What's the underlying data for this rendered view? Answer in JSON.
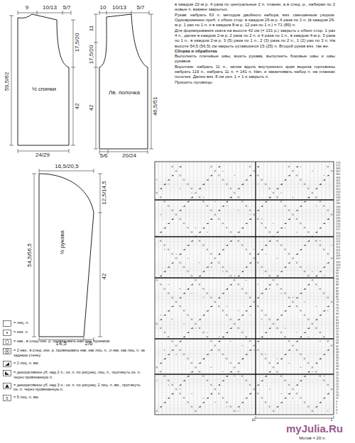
{
  "diagram": {
    "nodes": [
      {
        "text": [
          "½ спинки"
        ]
      },
      {
        "text": [
          "Лв. полочка"
        ]
      },
      {
        "text": [
          "½ рукава"
        ]
      }
    ],
    "labels": [
      "9",
      "10/13",
      "5/7",
      "17,5/20",
      "59,5/62",
      "42",
      "24/29",
      "10",
      "10/13",
      "5/7",
      "11",
      "17,5/20",
      "46,5/51",
      "42",
      "5/6",
      "20/24",
      "16,5/20,5",
      "12,5/14,5",
      "54,5/56,5",
      "42",
      "14,5",
      "2/6",
      "в каждом 22-м р. 4 раза по центральные 2 п. планки, а в след. р., набирая по 2 новые п. взамен закрытых.",
      "Рукав: набрать 63 п. методом двойного набора, вяз. смешанным узором. Одновременно приб. с обеих стор. в каждом 26-м р. 4 раза по 1 п. (в каждом 26-м р. 1 раз по 1 п. и в каждом 8-м р. 12 раз по 1 п.) = 71 (89) п.",
      "Для формирования оката на высоте 42 см (= 131 р.) закрыть с обеих стор. 1 раз 4 п., далее в каждом 2-м р. 2 раза по 2 п. и 4 раза по 1 п., в каждом 4-м р. 3 раза по 1 п., в каждом 2-м р. 3 (5) раза по 1 п., 2 (3) раза по 2 п., 1 (2) раз по 3 п. На высоте 54,5 (56,5) см  закрыть оставшиеся 15 (25) п. Второй рукав вяз. так же.",
      "Сборка и обработка",
      "Выполнить плечевые швы, вшить рукава, выполнить боковые швы и швы рукавов.",
      "Воротник: набрать 11 п., затем вдоль внутреннего края выреза горловины набрать 119 п., набрать 11 п. = 141 п. Нач. и заканчивать набор п. на планках полочек. Далее вяз. 8 см рез. 1 × 1 и закрыть п.",
      "Пришить пуговицы.",
      "5",
      "10",
      "1",
      "Мотив = 20 п.",
      "myJulia.Ru",
      "173",
      "171",
      "169",
      "167",
      "165",
      "163",
      "161",
      "159",
      "157",
      "155",
      "153",
      "151",
      "149",
      "147",
      "145",
      "143",
      "141",
      "139",
      "137",
      "135",
      "133",
      "131",
      "129",
      "127",
      "125",
      "123",
      "121",
      "119",
      "117",
      "115",
      "113",
      "111",
      "109",
      "107",
      "105",
      "103",
      "101",
      "99",
      "97",
      "95",
      "93",
      "91",
      "89",
      "87",
      "85",
      "83",
      "81",
      "79",
      "77",
      "75",
      "73",
      "71",
      "69",
      "67",
      "65",
      "63",
      "61",
      "59",
      "57",
      "55",
      "53",
      "51",
      "49",
      "47",
      "45",
      "43",
      "41",
      "39",
      "37",
      "35",
      "33",
      "31",
      "29",
      "27",
      "25",
      "23",
      "21",
      "19",
      "17",
      "15",
      "13",
      "11",
      "9",
      "7",
      "5",
      "3",
      "1"
    ],
    "legend": [
      {
        "text": "= лиц. п."
      },
      {
        "text": "= изн. п."
      },
      {
        "text": "= нак., в след. изн. р. провязывать нак. изн. приемом"
      },
      {
        "text": "= 2 нак., в след. изн. р. провязывать нак. как лиц. п., и нак. как лиц. п. за заднюю стенку"
      },
      {
        "text": "= 2 лиц. п. вм."
      },
      {
        "text": "= декоративное уб. над 2 п.: сн. п. по рисунку, лиц. п., протянуть сн. п. через провязанную п."
      },
      {
        "text": "= декоративное уб. над 3 п.: сн. п. по рисунку, 2 лиц. п. вм., протянуть сн. п. через провязанную п."
      },
      {
        "text": "= 5 лиц. п. вм."
      }
    ]
  }
}
